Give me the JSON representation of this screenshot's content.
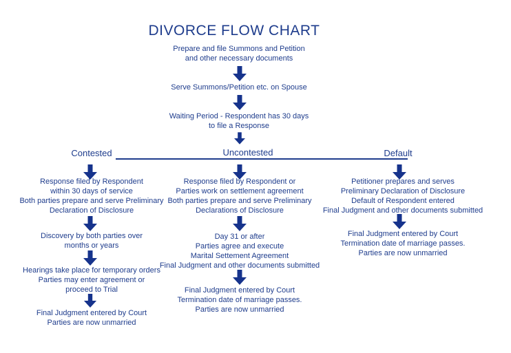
{
  "colors": {
    "navy": "#1E3C8C",
    "arrow": "#16338C",
    "background": "#FFFFFF"
  },
  "title": "DIVORCE FLOW CHART",
  "intro": {
    "steps": [
      {
        "lines": [
          "Prepare and file Summons and Petition",
          "and other necessary documents"
        ]
      },
      {
        "lines": [
          "Serve Summons/Petition etc. on Spouse"
        ]
      },
      {
        "lines": [
          "Waiting Period - Respondent has 30 days",
          "to file a Response"
        ]
      }
    ]
  },
  "branches": [
    {
      "label": "Contested",
      "steps": [
        {
          "lines": [
            "Response filed by Respondent",
            "within 30 days of service",
            "Both parties prepare and serve Preliminary",
            "Declaration of Disclosure"
          ]
        },
        {
          "lines": [
            "Discovery by both parties over",
            "months or years"
          ]
        },
        {
          "lines": [
            "Hearings take place for temporary orders",
            "Parties may enter agreement or",
            "proceed to Trial"
          ]
        },
        {
          "lines": [
            "Final Judgment entered by Court",
            "Parties are now unmarried"
          ]
        }
      ]
    },
    {
      "label": "Uncontested",
      "steps": [
        {
          "lines": [
            "Response filed by Respondent or",
            "Parties work on settlement agreement",
            "Both parties prepare and serve Preliminary",
            "Declarations of Disclosure"
          ]
        },
        {
          "lines": [
            "Day 31 or after",
            "Parties agree and execute",
            "Marital Settement Agreement",
            "Final Judgment and other documents submitted"
          ]
        },
        {
          "lines": [
            "Final Judgment entered by Court",
            "Termination date of marriage passes.",
            "Parties are now unmarried"
          ]
        }
      ]
    },
    {
      "label": "Default",
      "steps": [
        {
          "lines": [
            "Petitioner prepares and serves",
            "Preliminary Declaration of Disclosure",
            "Default of Respondent entered",
            "Final Judgment and other documents submitted"
          ]
        },
        {
          "lines": [
            "Final Judgment entered by Court",
            "Termination date of marriage passes.",
            "Parties are now unmarried"
          ]
        }
      ]
    }
  ]
}
